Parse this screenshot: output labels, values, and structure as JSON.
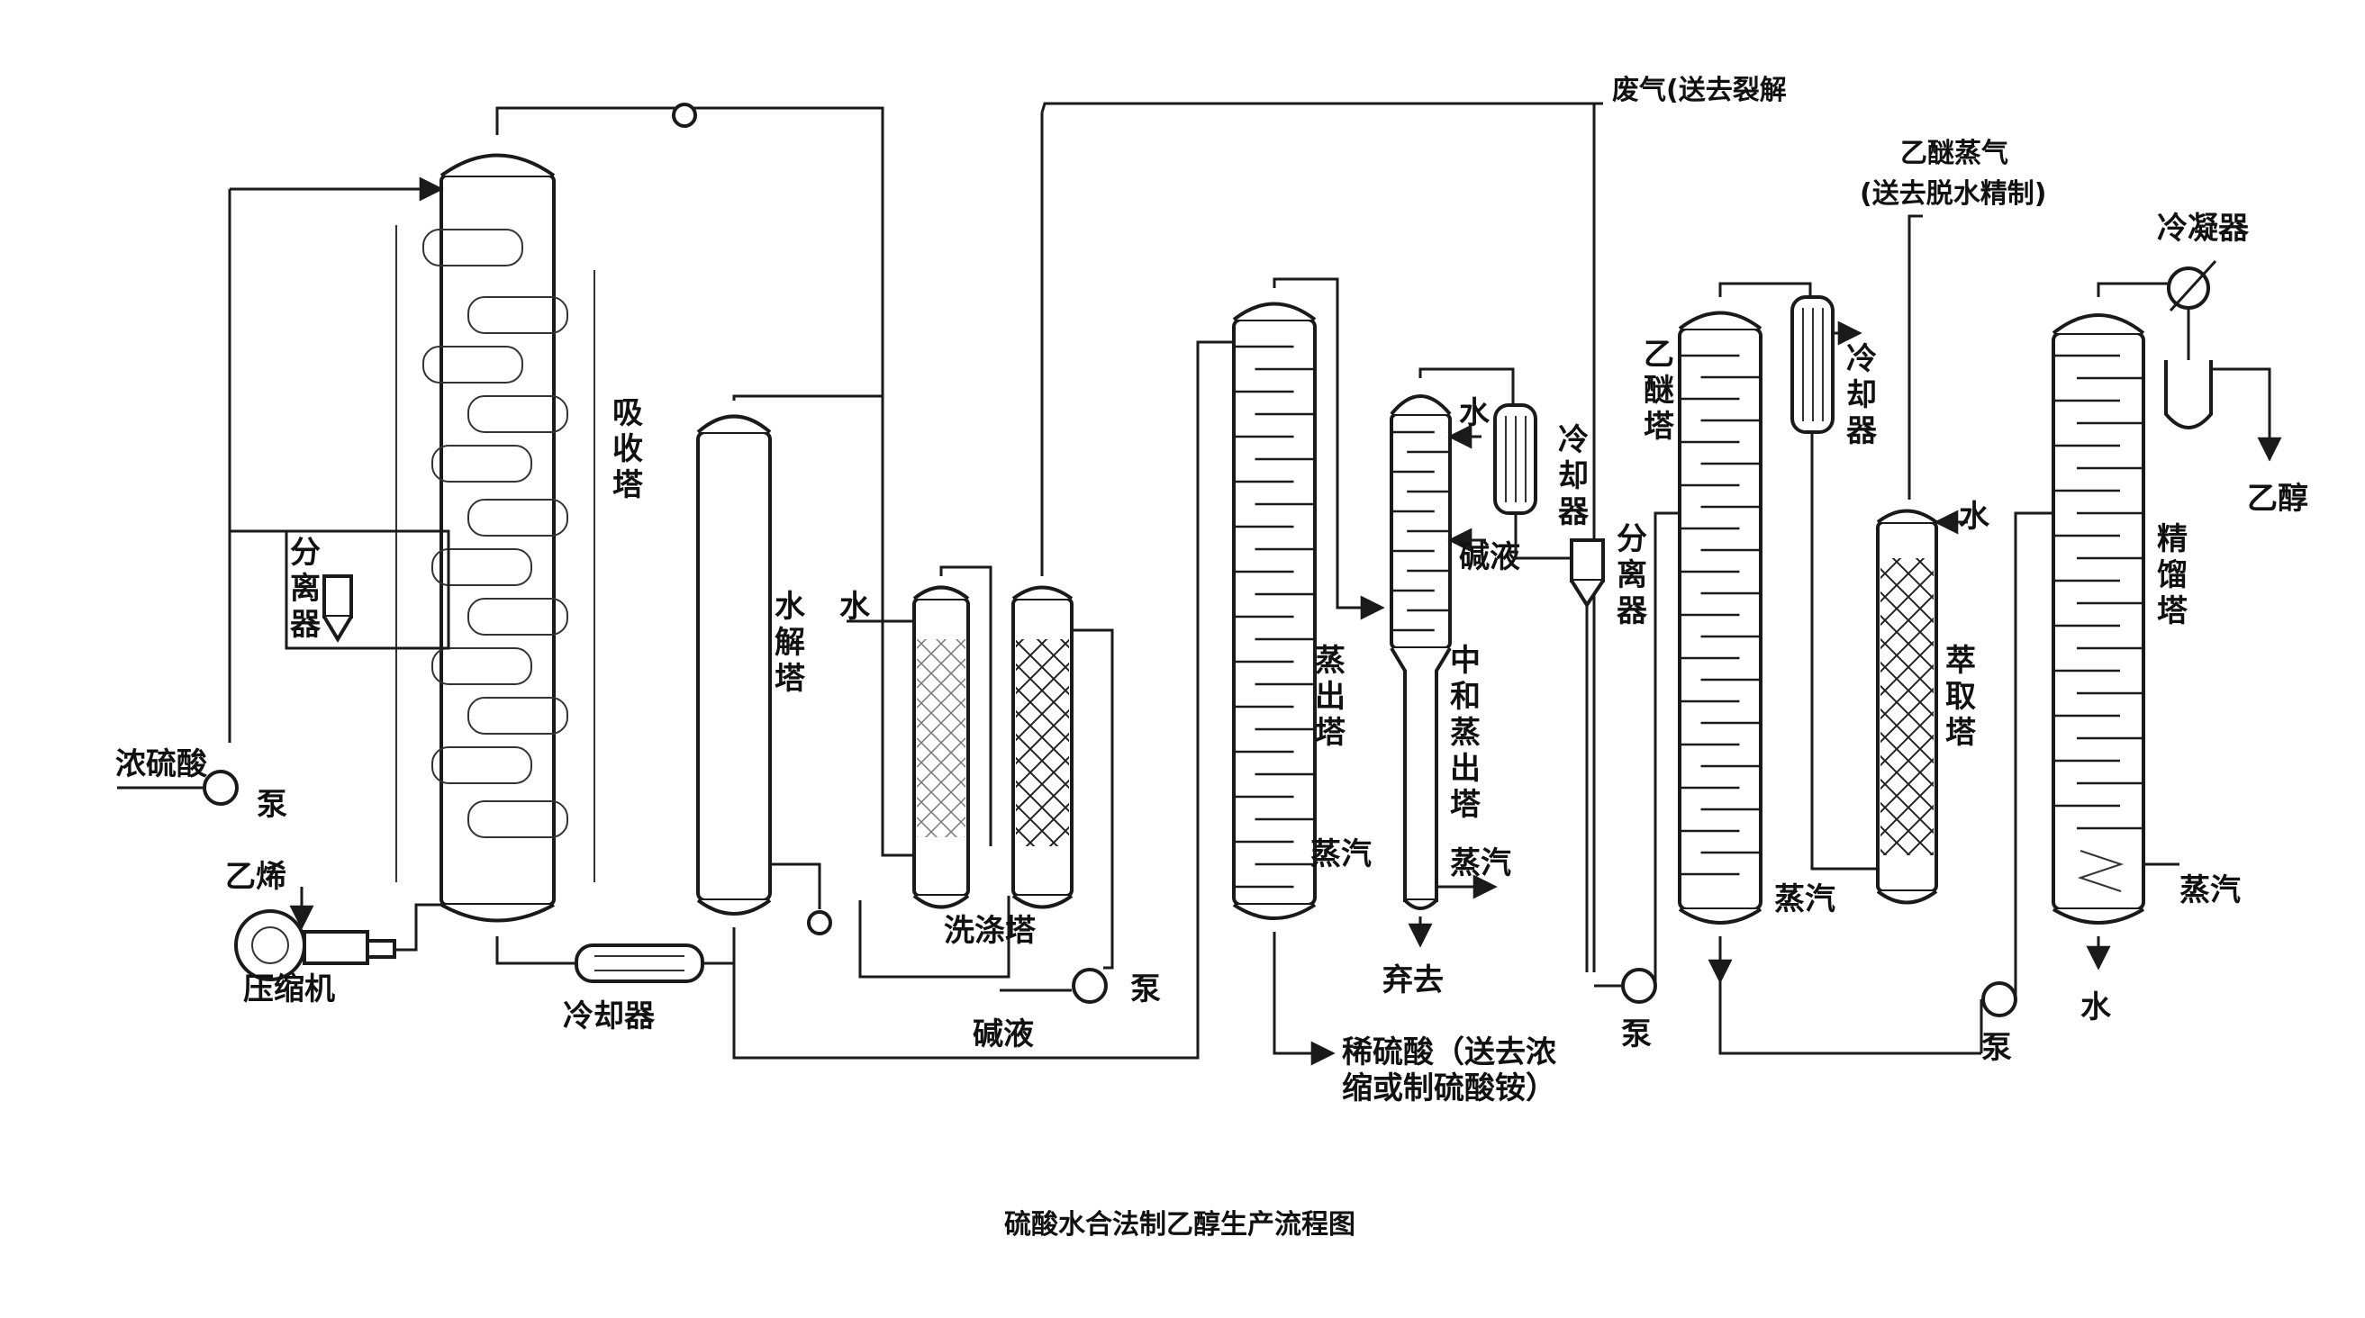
{
  "colors": {
    "line": "#1a1a1a",
    "background": "#ffffff"
  },
  "labels": {
    "waste_gas": "废气(送去裂解",
    "ether_vapor": "乙醚蒸气",
    "ether_vapor_dest": "(送去脱水精制)",
    "condenser": "冷凝器",
    "absorber_1": "吸",
    "absorber_2": "收",
    "absorber_3": "塔",
    "separator_1_a": "分",
    "separator_1_b": "离",
    "separator_1_c": "器",
    "conc_sulfuric": "浓硫酸",
    "pump_1": "泵",
    "ethylene": "乙烯",
    "compressor": "压缩机",
    "cooler_1": "冷却器",
    "hydrolysis_1": "水",
    "hydrolysis_2": "解",
    "hydrolysis_3": "塔",
    "water_1": "水",
    "washing_tower": "洗涤塔",
    "alkali_1": "碱液",
    "pump_2": "泵",
    "stripper_1": "蒸",
    "stripper_2": "出",
    "stripper_3": "塔",
    "steam_1": "蒸汽",
    "dilute_acid_1": "稀硫酸（送去浓",
    "dilute_acid_2": "缩或制硫酸铵）",
    "water_2": "水",
    "cooler_2_a": "冷",
    "cooler_2_b": "却",
    "cooler_2_c": "器",
    "alkali_2": "碱液",
    "neutral_1": "中",
    "neutral_2": "和",
    "neutral_3": "蒸",
    "neutral_4": "出",
    "neutral_5": "塔",
    "steam_2": "蒸汽",
    "discard": "弃去",
    "separator_2_a": "分",
    "separator_2_b": "离",
    "separator_2_c": "器",
    "pump_3": "泵",
    "ether_tower_1": "乙",
    "ether_tower_2": "醚",
    "ether_tower_3": "塔",
    "cooler_3_a": "冷",
    "cooler_3_b": "却",
    "cooler_3_c": "器",
    "steam_3": "蒸汽",
    "water_3": "水",
    "extract_1": "萃",
    "extract_2": "取",
    "extract_3": "塔",
    "pump_4": "泵",
    "rectify_1": "精",
    "rectify_2": "馏",
    "rectify_3": "塔",
    "steam_4": "蒸汽",
    "water_4": "水",
    "ethanol": "乙醇",
    "caption": "硫酸水合法制乙醇生产流程图"
  }
}
